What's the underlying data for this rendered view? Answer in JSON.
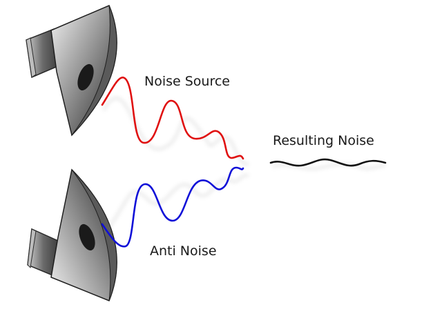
{
  "labels": {
    "noise_source": "Noise Source",
    "resulting_noise": "Resulting Noise",
    "anti_noise": "Anti Noise"
  },
  "colors": {
    "noise_wave": "#e01010",
    "anti_noise_wave": "#1010d8",
    "resulting_wave": "#111111",
    "speaker_dark": "#2a2a2a",
    "speaker_light": "#d8d8d8"
  },
  "icons": {
    "top_speaker": "speaker-icon",
    "bottom_speaker": "speaker-icon"
  }
}
